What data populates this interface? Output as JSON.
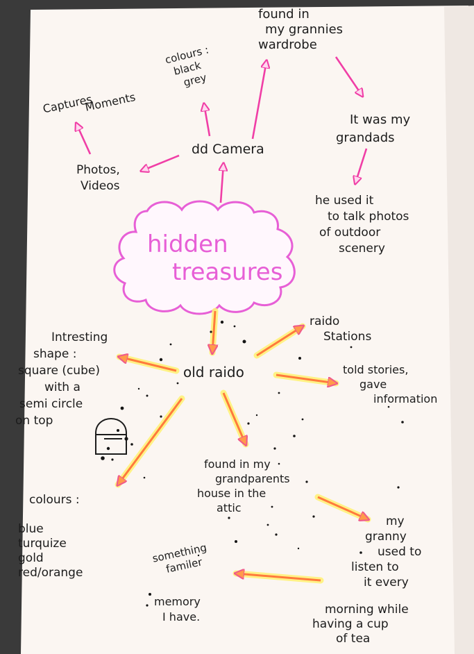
{
  "colors": {
    "paper": "#fbf6f2",
    "ink": "#1c1c1c",
    "pink": "#f03ea6",
    "pink_cloud": "#e75fd6",
    "orange": "#ff7a3c",
    "highlight": "#ffe94d"
  },
  "central": {
    "line1": "hidden",
    "line2": "treasures"
  },
  "camera_branch": {
    "center": "dd Camera",
    "found": [
      "found in",
      "my grannies",
      "wardrobe"
    ],
    "grandads": [
      "It was my",
      "grandads"
    ],
    "used_for": [
      "he used it",
      "to talk photos",
      "of outdoor",
      "scenery"
    ],
    "colours": [
      "colours :",
      "black",
      "grey"
    ],
    "photos": [
      "Photos,",
      "Videos"
    ],
    "captures": [
      "Captures",
      "Moments"
    ]
  },
  "radio_branch": {
    "center": "old raido",
    "stations": [
      "raido",
      "Stations"
    ],
    "told": [
      "told stories,",
      "gave",
      "information"
    ],
    "shape": [
      "Intresting",
      "shape :",
      "square (cube)",
      "with a",
      "semi circle",
      "on top"
    ],
    "found": [
      "found in my",
      "grandparents",
      "house in the",
      "attic"
    ],
    "colours_label": "colours :",
    "colours_list": [
      "blue",
      "turquize",
      "gold",
      "red/orange"
    ],
    "granny": [
      "my",
      "granny",
      "used to",
      "listen to",
      "it every"
    ],
    "morning": [
      "morning while",
      "having a cup",
      "of tea"
    ],
    "familiar": [
      "something",
      "familer"
    ],
    "memory": [
      "memory",
      "I have."
    ]
  }
}
